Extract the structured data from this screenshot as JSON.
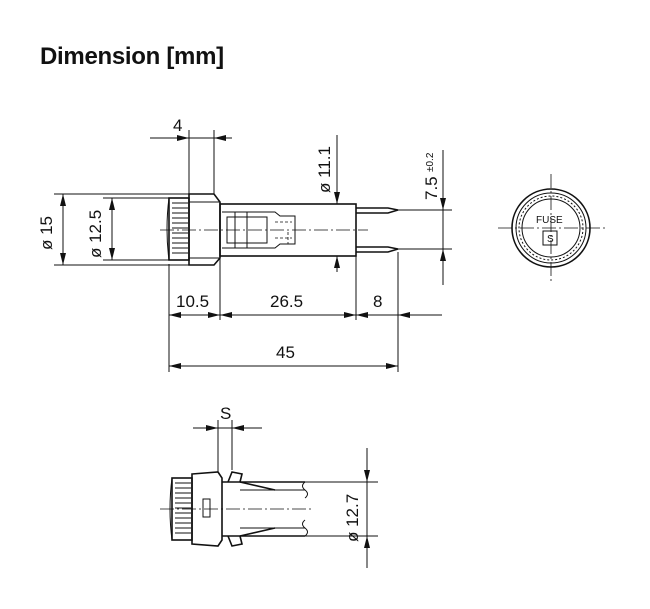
{
  "title": "Dimension [mm]",
  "side_view": {
    "dim_flange_width": "4",
    "dim_outer_dia": "ø 15",
    "dim_knob_dia": "ø 12.5",
    "dim_body_dia": "ø 11.1",
    "dim_pin_spacing": "7.5",
    "dim_pin_spacing_tol": "±0.2",
    "dim_knob_length": "10.5",
    "dim_body_length": "26.5",
    "dim_pin_length": "8",
    "dim_total_length": "45"
  },
  "end_view": {
    "label": "FUSE",
    "mark": "S"
  },
  "panel_view": {
    "dim_panel_thickness": "S",
    "dim_panel_hole": "ø 12.7"
  }
}
